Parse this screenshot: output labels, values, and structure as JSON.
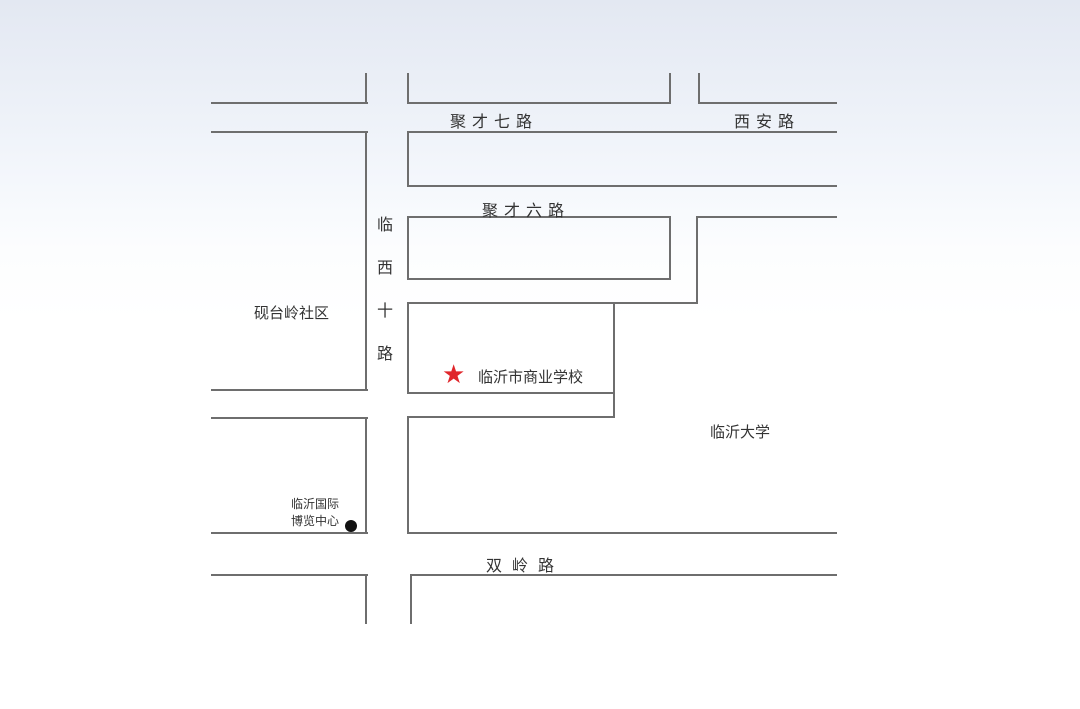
{
  "map": {
    "roads": {
      "juncai_7": "聚才七路",
      "xian": "西安路",
      "juncai_6": "聚才六路",
      "linxi_10": [
        "临",
        "西",
        "十",
        "路"
      ],
      "shuangling": "双岭路"
    },
    "places": {
      "yantailing": "砚台岭社区",
      "school": "临沂市商业学校",
      "university": "临沂大学",
      "expo_line1": "临沂国际",
      "expo_line2": "博览中心"
    },
    "markers": {
      "school_marker": "star-icon",
      "school_marker_color": "#e0262b",
      "expo_marker": "dot-icon",
      "expo_marker_color": "#111111"
    },
    "colors": {
      "road_line": "#6e6e6e",
      "text": "#333333",
      "background_top": "#e3e8f2",
      "background_bottom": "#ffffff"
    }
  }
}
